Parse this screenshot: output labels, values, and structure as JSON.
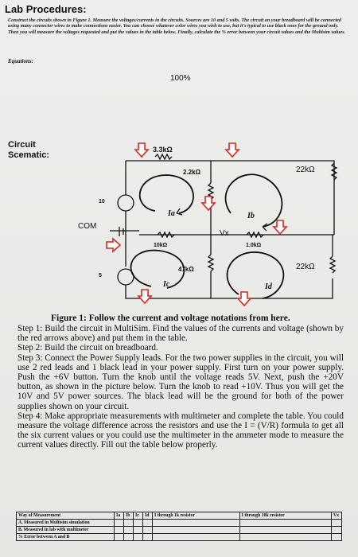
{
  "header": {
    "title": "Lab Procedures:",
    "intro": "Construct the circuits shown in Figure 1. Measure the voltages/currents in the circuits. Sources are 10 and 5 volts. The circuit on your breadboard will be connected using many connector wires to make connections easier. You can choose whatever color wires you wish to use, but it's typical to use black ones for the ground only. Then you will measure the voltages requested and put the values in the table below. Finally, calculate the % error between your circuit values and the Multisim values.",
    "equations_label": "Equations:",
    "zoom": "100%"
  },
  "circuit": {
    "label_line1": "Circuit",
    "label_line2": "Scematic:",
    "r_top": "3.3kΩ",
    "r_mid": "2.2kΩ",
    "r_right_top": "22kΩ",
    "r_left": "10kΩ",
    "r_center": "1.0kΩ",
    "r_low": "47kΩ",
    "r_right_bottom": "22kΩ",
    "source_top": "10",
    "source_bottom": "5",
    "com": "COM",
    "vx": "Vx",
    "ia": "Ia",
    "ib": "Ib",
    "ic": "Ic",
    "id": "Id"
  },
  "caption": "Figure 1: Follow the current and voltage notations from here.",
  "steps": [
    "Step 1: Build the circuit in MultiSim. Find the values of the currents and voltage (shown by the red arrows above) and put them in the table.",
    "Step 2: Build the circuit on breadboard.",
    "Step 3: Connect the Power Supply leads. For the two power supplies in the circuit, you will use 2 red leads and 1 black lead in your power supply. First turn on your power supply. Push the +6V button. Turn the knob until the voltage reads 5V. Next, push the +20V button, as shown in the picture below. Turn the knob to read +10V. Thus you will get the 10V and 5V power sources. The black lead will be the ground for both of the power supplies shown on your circuit.",
    "Step 4: Make appropriate measurements with multimeter and complete the table. You could measure the voltage difference across the resistors and use the I = (V/R) formula to get all the six current values or you could use the multimeter in the ammeter mode to measure the current values directly. Fill out the table below properly."
  ],
  "table": {
    "headers": [
      "Way of Measurement",
      "Ia",
      "Ib",
      "Ic",
      "Id",
      "I through 1k resistor",
      "I through 10k resistor",
      "Vx"
    ],
    "rows": [
      [
        "A. Measured in Multisim simulation"
      ],
      [
        "B. Measured in lab with multimeter"
      ],
      [
        "% Error between A and B"
      ]
    ]
  },
  "colors": {
    "arrow_red": "#d42a1f",
    "ink": "#111111"
  }
}
